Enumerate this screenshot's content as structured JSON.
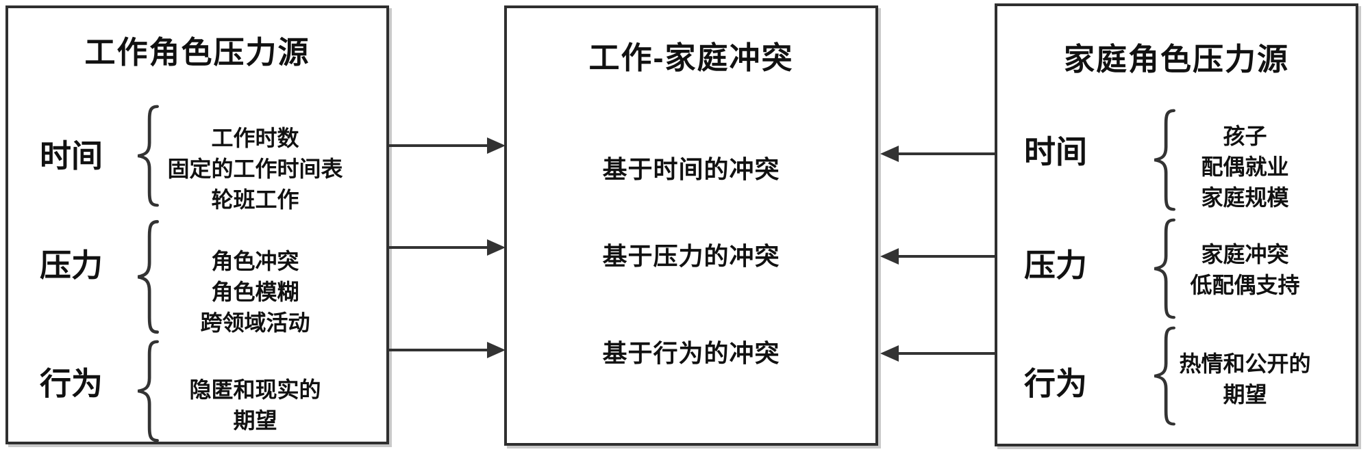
{
  "diagram": {
    "left_box": {
      "title": "工作角色压力源",
      "groups": [
        {
          "label": "时间",
          "items": [
            "工作时数",
            "固定的工作时间表",
            "轮班工作"
          ]
        },
        {
          "label": "压力",
          "items": [
            "角色冲突",
            "角色模糊",
            "跨领域活动"
          ]
        },
        {
          "label": "行为",
          "items": [
            "隐匿和现实的\n期望"
          ]
        }
      ]
    },
    "center_box": {
      "title": "工作-家庭冲突",
      "items": [
        "基于时间的冲突",
        "基于压力的冲突",
        "基于行为的冲突"
      ]
    },
    "right_box": {
      "title": "家庭角色压力源",
      "groups": [
        {
          "label": "时间",
          "items": [
            "孩子",
            "配偶就业",
            "家庭规模"
          ]
        },
        {
          "label": "压力",
          "items": [
            "家庭冲突",
            "低配偶支持"
          ]
        },
        {
          "label": "行为",
          "items": [
            "热情和公开的\n期望"
          ]
        }
      ]
    },
    "colors": {
      "line": "#333333",
      "text": "#111111",
      "background": "#ffffff"
    }
  }
}
